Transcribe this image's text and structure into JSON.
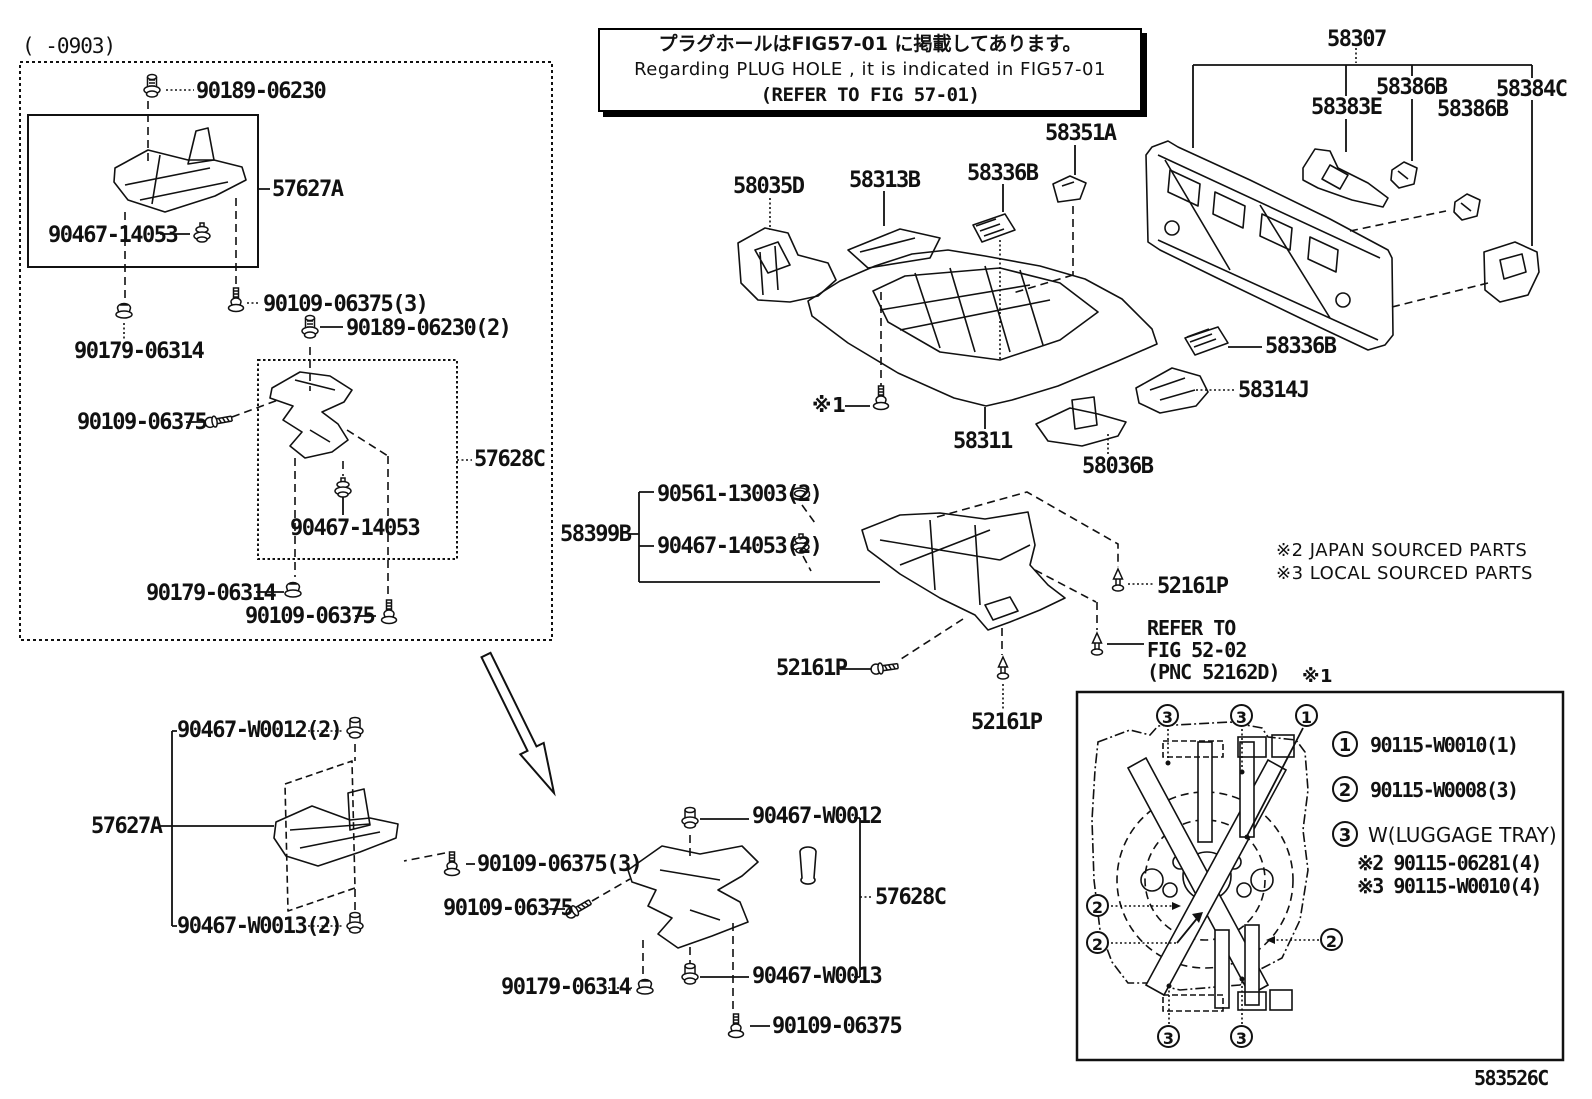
{
  "header": {
    "revision": "(  -0903)"
  },
  "note_box": {
    "jp": "プラグホールはFIG57-01 に掲載してあります。",
    "en": "Regarding PLUG HOLE , it is indicated in FIG57-01",
    "ref": "(REFER TO FIG 57-01)"
  },
  "footnotes": {
    "n1": "※1",
    "n2": "※2 JAPAN SOURCED PARTS",
    "n3": "※3 LOCAL SOURCED PARTS"
  },
  "refer": {
    "l1": "REFER TO",
    "l2": "FIG 52-02",
    "l3": "(PNC 52162D)"
  },
  "doc_code": "583526C",
  "parts": {
    "p57627A": "57627A",
    "p57628C": "57628C",
    "p58035D": "58035D",
    "p58036B": "58036B",
    "p58307": "58307",
    "p58311": "58311",
    "p58313B": "58313B",
    "p58314J": "58314J",
    "p58336B": "58336B",
    "p58351A": "58351A",
    "p58383E": "58383E",
    "p58384C": "58384C",
    "p58386B": "58386B",
    "p58399B": "58399B",
    "p52161P": "52161P",
    "f90189": "90189-06230",
    "f90189x2": "90189-06230(2)",
    "f90467": "90467-14053",
    "f90467x2": "90467-14053(2)",
    "f90179": "90179-06314",
    "f90109": "90109-06375",
    "f90109x3": "90109-06375(3)",
    "f90561x2": "90561-13003(2)",
    "fW0012": "90467-W0012",
    "fW0012x2": "90467-W0012(2)",
    "fW0013": "90467-W0013",
    "fW0013x2": "90467-W0013(2)"
  },
  "legend": {
    "rows": [
      {
        "n": "1",
        "t": "90115-W0010(1)"
      },
      {
        "n": "2",
        "t": "90115-W0008(3)"
      },
      {
        "n": "3",
        "t": "W(LUGGAGE TRAY)"
      }
    ],
    "subs": [
      "※2 90115-06281(4)",
      "※3 90115-W0010(4)"
    ],
    "callouts": [
      "3",
      "3",
      "1",
      "2",
      "2",
      "2",
      "3",
      "3"
    ]
  }
}
